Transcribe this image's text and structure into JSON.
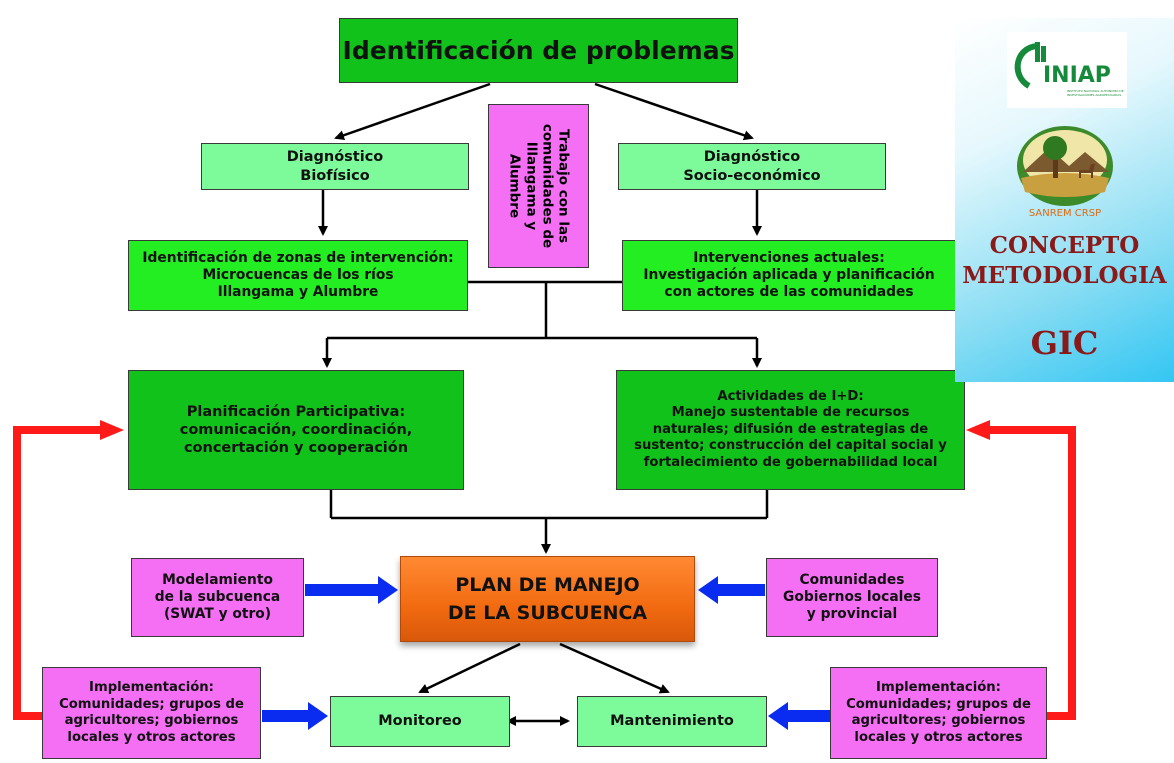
{
  "title": "Identificación de problemas",
  "diag_bio": [
    "Diagnóstico",
    "Biofísico"
  ],
  "diag_socio": [
    "Diagnóstico",
    "Socio-económico"
  ],
  "trabajo": [
    "Trabajo con las",
    "comunidades de",
    "Illangama y",
    "Alumbre"
  ],
  "zonas": [
    "Identificación de zonas de intervención:",
    "Microcuencas de los ríos",
    "Illangama y Alumbre"
  ],
  "intervenciones": [
    "Intervenciones actuales:",
    "Investigación aplicada y planificación",
    "con actores de las comunidades"
  ],
  "planificacion": [
    "Planificación Participativa:",
    "comunicación, coordinación,",
    "concertación y cooperación"
  ],
  "actividades": [
    "Actividades de I+D:",
    "Manejo sustentable de recursos",
    "naturales; difusión de estrategias de",
    "sustento; construcción del capital social y",
    "fortalecimiento de gobernabilidad local"
  ],
  "modelamiento": [
    "Modelamiento",
    "de la subcuenca",
    "(SWAT y otro)"
  ],
  "plan": [
    "PLAN DE MANEJO",
    "DE LA SUBCUENCA"
  ],
  "comunidades": [
    "Comunidades",
    "Gobiernos locales",
    "y provincial"
  ],
  "impl_left": [
    "Implementación:",
    "Comunidades; grupos de",
    "agricultores; gobiernos",
    "locales y otros actores"
  ],
  "impl_right": [
    "Implementación:",
    "Comunidades; grupos de",
    "agricultores; gobiernos",
    "locales y otros actores"
  ],
  "monitoreo": "Monitoreo",
  "mantenimiento": "Mantenimiento",
  "side": {
    "iniap_logo": "INIAP",
    "iniap_sub": "INSTITUTO NACIONAL AUTÓNOMO DE INVESTIGACIONES AGROPECUARIAS",
    "sanrem": "SANREM CRSP",
    "concepto": "CONCEPTO",
    "metodologia": "METODOLOGIA",
    "gic": "GIC"
  },
  "colors": {
    "title_green": "#10c21a",
    "light_green": "#7dfa9a",
    "lime_green": "#22ee22",
    "pink": "#f56ff5",
    "orange": "#f26a10",
    "blue_arrow": "#0a2cf0",
    "red_arrow": "#ff1a1a",
    "side_red": "#8a1a1a"
  }
}
